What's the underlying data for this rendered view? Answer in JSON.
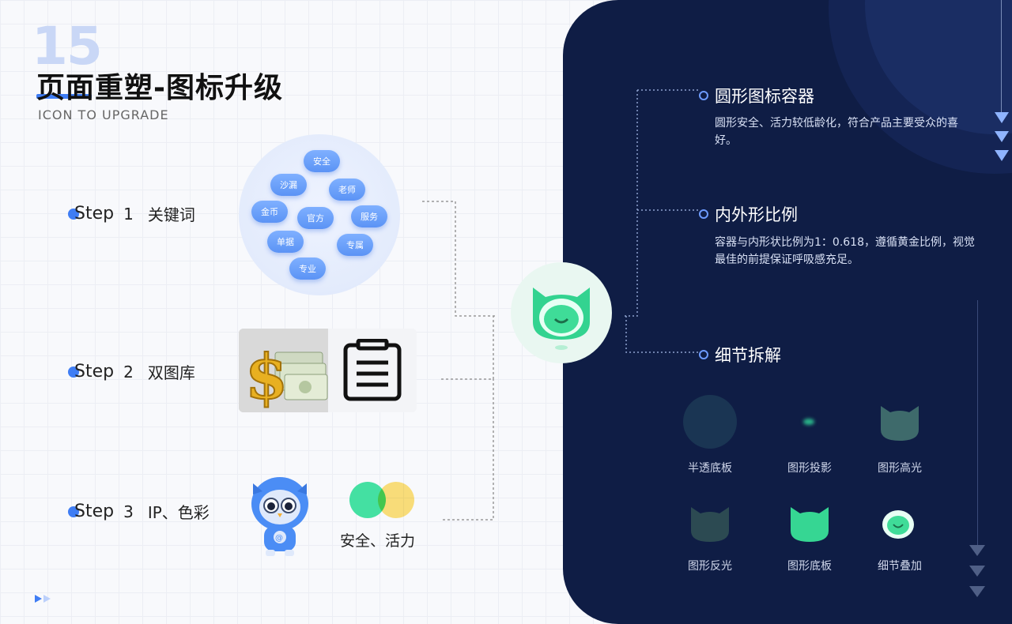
{
  "header": {
    "number": "15",
    "title": "页面重塑-图标升级",
    "subtitle": "ICON TO UPGRADE"
  },
  "steps": [
    {
      "word": "Step",
      "num": "1",
      "label": "关键词"
    },
    {
      "word": "Step",
      "num": "2",
      "label": "双图库"
    },
    {
      "word": "Step",
      "num": "3",
      "label": "IP、色彩"
    }
  ],
  "keywords": [
    "安全",
    "沙漏",
    "老师",
    "金币",
    "官方",
    "服务",
    "单据",
    "专属",
    "专业"
  ],
  "colors_label": "安全、活力",
  "sections": [
    {
      "title": "圆形图标容器",
      "desc": "圆形安全、活力较低龄化，符合产品主要受众的喜好。"
    },
    {
      "title": "内外形比例",
      "desc": "容器与内形状比例为1：0.618，遵循黄金比例，视觉最佳的前提保证呼吸感充足。"
    },
    {
      "title": "细节拆解",
      "desc": ""
    }
  ],
  "details": [
    "半透底板",
    "图形投影",
    "图形高光",
    "图形反光",
    "图形底板",
    "细节叠加"
  ],
  "palette": {
    "accent": "#3f7df4",
    "panel": "#0f1d45",
    "mint": "#44e0a2",
    "yellow": "#ffe27a"
  }
}
